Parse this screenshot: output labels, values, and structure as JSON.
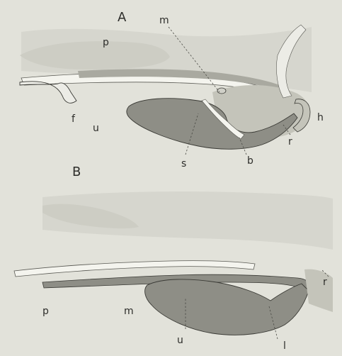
{
  "panels": [
    {
      "id": "A",
      "label": "A",
      "parts": [
        "m",
        "p",
        "f",
        "u",
        "h",
        "r",
        "s",
        "b"
      ]
    },
    {
      "id": "B",
      "label": "B",
      "parts": [
        "r",
        "p",
        "m",
        "u",
        "l"
      ]
    }
  ],
  "colors": {
    "background": "#e2e2da",
    "light_tissue": "#d3d3cb",
    "mid_tissue": "#c4c4ba",
    "dark_tissue": "#8e8e86",
    "white_band": "#f4f4ee",
    "label_ink": "#2d2d2a"
  }
}
